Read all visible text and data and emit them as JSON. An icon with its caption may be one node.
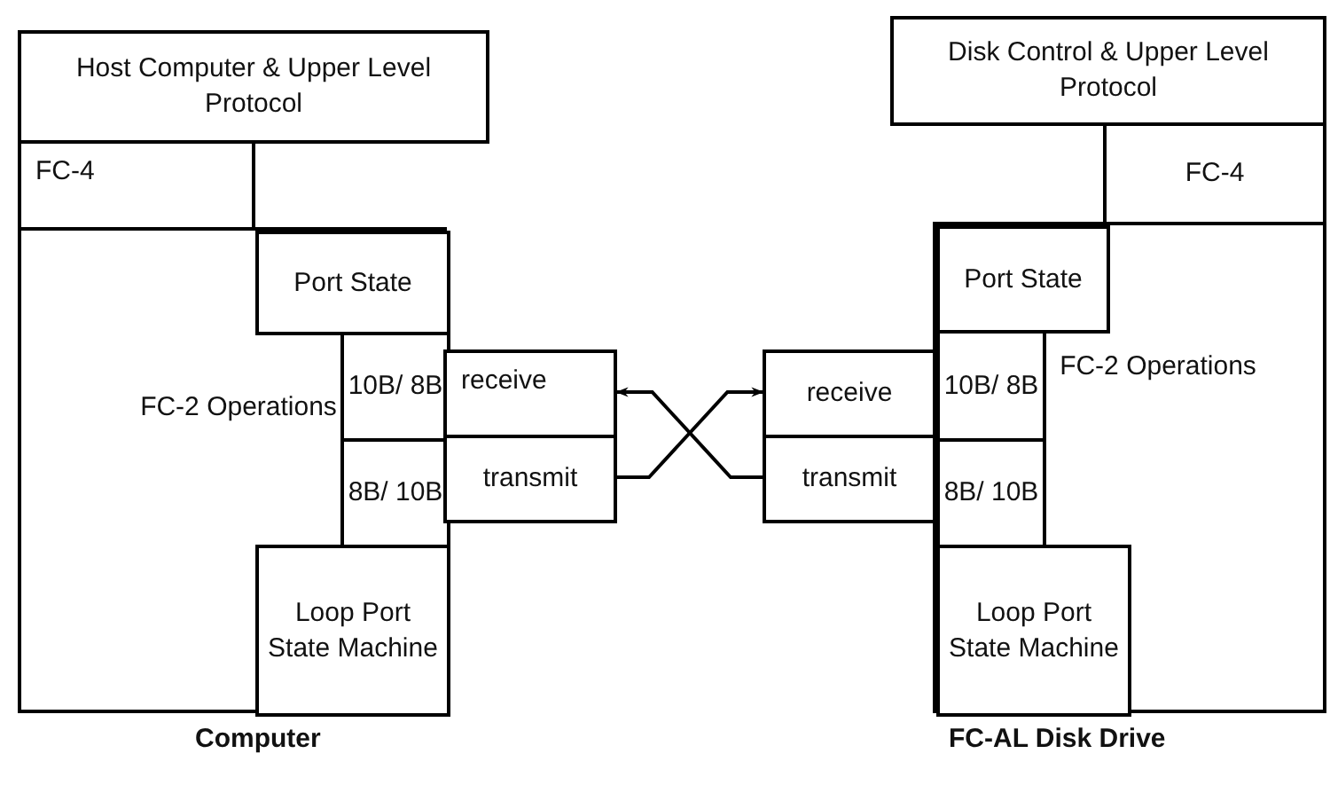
{
  "diagram": {
    "nodes": [
      {
        "text": [
          "Host Computer & Upper Level Protocol"
        ]
      },
      {
        "text": [
          "FC-4"
        ]
      },
      {
        "text": [
          "FC-2 Operations"
        ]
      },
      {
        "text": [
          "Port State"
        ],
        "in": 2
      },
      {
        "text": [
          "10B/ 8B"
        ],
        "in": 2
      },
      {
        "text": [
          "8B/ 10B"
        ],
        "in": 2
      },
      {
        "text": [
          "Loop Port State Machine"
        ],
        "in": 2
      },
      {
        "text": [
          "receive"
        ]
      },
      {
        "text": [
          "transmit"
        ]
      },
      {
        "text": [
          "Disk Control & Upper Level Protocol"
        ]
      },
      {
        "text": [
          "FC-4"
        ]
      },
      {
        "text": [
          "FC-2 Operations"
        ]
      },
      {
        "text": [
          "Port State"
        ],
        "in": 11
      },
      {
        "text": [
          "10B/ 8B"
        ],
        "in": 11
      },
      {
        "text": [
          "8B/ 10B"
        ],
        "in": 11
      },
      {
        "text": [
          "Loop Port State Machine"
        ],
        "in": 11
      },
      {
        "text": [
          "receive"
        ]
      },
      {
        "text": [
          "transmit"
        ]
      }
    ],
    "edges": [
      {
        "from": 8,
        "to": 16,
        "arrow": "to"
      },
      {
        "from": 17,
        "to": 7,
        "arrow": "to"
      }
    ],
    "labels": [
      "Computer",
      "FC-AL Disk Drive"
    ]
  }
}
